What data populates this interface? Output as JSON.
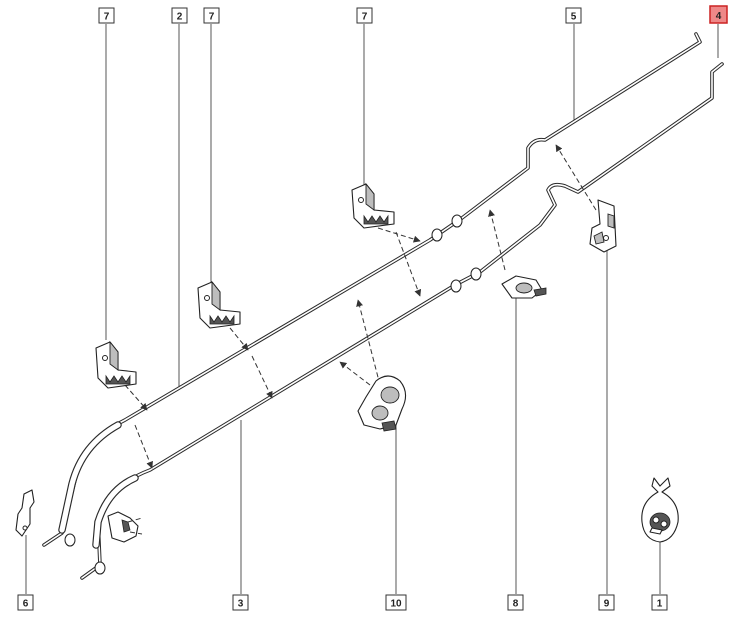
{
  "diagram": {
    "callouts": [
      {
        "id": "top-7a",
        "label": "7"
      },
      {
        "id": "top-2",
        "label": "2"
      },
      {
        "id": "top-7b",
        "label": "7"
      },
      {
        "id": "top-7c",
        "label": "7"
      },
      {
        "id": "top-5",
        "label": "5"
      },
      {
        "id": "top-4",
        "label": "4",
        "highlighted": true
      },
      {
        "id": "bottom-6",
        "label": "6"
      },
      {
        "id": "bottom-3",
        "label": "3"
      },
      {
        "id": "bottom-10",
        "label": "10"
      },
      {
        "id": "bottom-8",
        "label": "8"
      },
      {
        "id": "bottom-9",
        "label": "9"
      },
      {
        "id": "bottom-1",
        "label": "1"
      }
    ],
    "colors": {
      "highlight_fill": "#ee8888",
      "highlight_stroke": "#cc2222",
      "line": "#2a2a2a",
      "background": "#ffffff"
    },
    "icons": [
      "retaining-clip-icon",
      "double-pipe-clip-icon",
      "bracket-icon",
      "connector-union-icon",
      "bolt-bag-icon"
    ]
  }
}
